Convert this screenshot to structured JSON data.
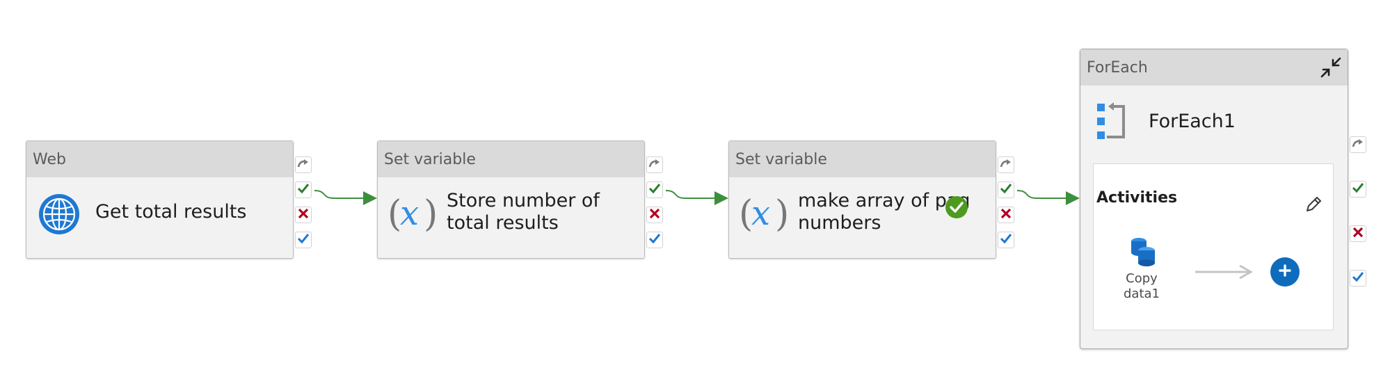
{
  "activities": [
    {
      "type": "Web",
      "name": "Get total results"
    },
    {
      "type": "Set variable",
      "name": "Store number of\ntotal results"
    },
    {
      "type": "Set variable",
      "name": "make array of pag\nnumbers"
    }
  ],
  "foreach": {
    "type": "ForEach",
    "name": "ForEach1",
    "activities_heading": "Activities",
    "inner_activity_name": "Copy\ndata1"
  },
  "colors": {
    "success": "#3d8f3d",
    "failure": "#b00020",
    "completion": "#1f78d1",
    "accent": "#0f6cbd",
    "skip": "#7a7a7a"
  },
  "icons": [
    "globe-icon",
    "variable-icon",
    "foreach-icon",
    "copy-data-icon",
    "collapse-icon",
    "edit-icon",
    "add-icon",
    "status-success-icon"
  ]
}
